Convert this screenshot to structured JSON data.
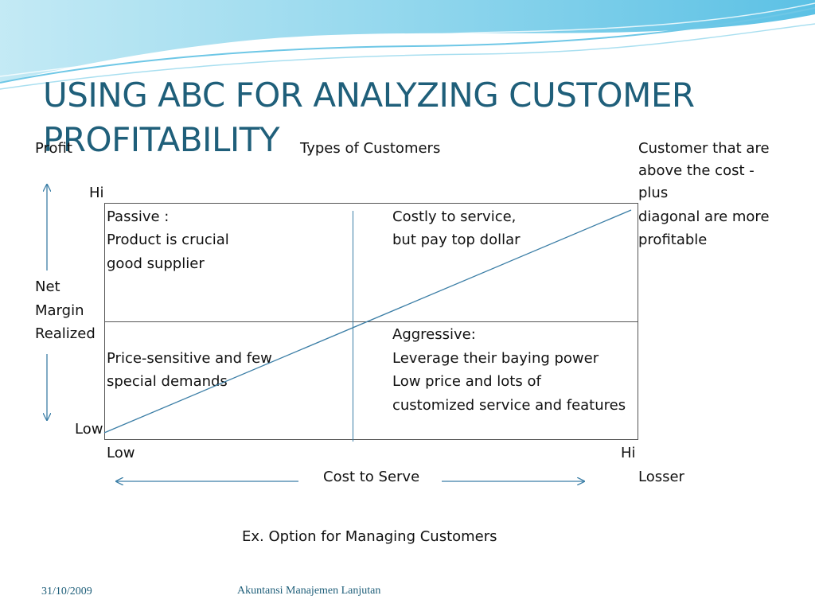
{
  "title": "USING ABC FOR ANALYZING CUSTOMER PROFITABILITY",
  "yaxis": {
    "top_label": "Profit",
    "hi": "Hi",
    "label_lines": [
      "Net",
      "Margin",
      "Realized"
    ],
    "low": "Low"
  },
  "xaxis": {
    "low": "Low",
    "hi": "Hi",
    "label": "Cost to Serve"
  },
  "header_label": "Types of Customers",
  "side_note": {
    "lines": [
      "Customer that are",
      "above the cost -",
      "plus",
      "diagonal are more",
      "profitable"
    ],
    "losser": "Losser"
  },
  "quadrants": {
    "top_left": [
      "Passive :",
      "Product is crucial",
      "good supplier"
    ],
    "top_right": [
      "Costly to service,",
      "but pay top dollar"
    ],
    "bottom_left": [
      "Price-sensitive and few",
      "special demands"
    ],
    "bottom_right": [
      "Aggressive:",
      "Leverage their baying power",
      "Low price and lots of",
      "customized service and features"
    ]
  },
  "caption": "Ex. Option for Managing Customers",
  "footer": {
    "date": "31/10/2009",
    "course": "Akuntansi Manajemen Lanjutan"
  },
  "colors": {
    "title": "#1f5f7a",
    "lines": "#3b7ea6",
    "accent": "#5bc0de"
  }
}
